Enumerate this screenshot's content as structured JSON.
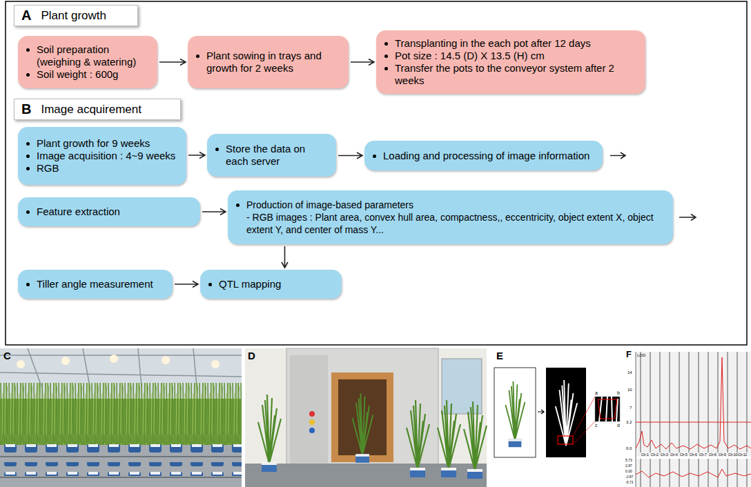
{
  "diagram": {
    "nodes": [
      {
        "text": [
          "A",
          "Plant growth"
        ]
      },
      {
        "text": [
          "Soil preparation (weighing & watering)",
          "Soil weight : 600g"
        ]
      },
      {
        "text": [
          "Plant sowing in trays and growth for 2 weeks"
        ]
      },
      {
        "text": [
          "Transplanting in the each pot after 12 days",
          "Pot size : 14.5 (D) X 13.5 (H) cm",
          "Transfer the pots to the conveyor system after 2 weeks"
        ]
      },
      {
        "text": [
          "B",
          "Image acquirement"
        ]
      },
      {
        "text": [
          "Plant growth for 9 weeks",
          "Image acquisition : 4~9 weeks",
          "RGB"
        ]
      },
      {
        "text": [
          "Store the data on each server"
        ]
      },
      {
        "text": [
          "Loading and processing of image information"
        ]
      },
      {
        "text": [
          "Feature extraction"
        ]
      },
      {
        "text": [
          "Production of image-based parameters",
          "- RGB images : Plant area, convex hull area, compactness,, eccentricity, object extent X, object extent Y, and center of mass Y..."
        ]
      },
      {
        "text": [
          "Tiller angle measurement"
        ]
      },
      {
        "text": [
          "QTL mapping"
        ]
      }
    ],
    "edges": [
      {
        "from": 1,
        "to": 2,
        "arrow": "to"
      },
      {
        "from": 2,
        "to": 3,
        "arrow": "to"
      },
      {
        "from": 5,
        "to": 6,
        "arrow": "to"
      },
      {
        "from": 6,
        "to": 7,
        "arrow": "to"
      },
      {
        "from": 8,
        "to": 9,
        "arrow": "to"
      },
      {
        "from": 9,
        "to": 11,
        "arrow": "to"
      },
      {
        "from": 10,
        "to": 11,
        "arrow": "to"
      }
    ],
    "labels": [
      "C",
      "D",
      "E",
      "F",
      "a",
      "b",
      "c",
      "d",
      "LOD",
      "14",
      "10",
      "7",
      "3.2",
      "0.0",
      "Ch-1",
      "Ch-2",
      "Ch-3",
      "Ch-4",
      "Ch-5",
      "Ch-6",
      "Ch-7",
      "Ch-8",
      "Ch-9",
      "Ch-10",
      "Ch-11",
      "5.73",
      "2.87",
      "0.00",
      "-2.87",
      "-5.73"
    ]
  }
}
